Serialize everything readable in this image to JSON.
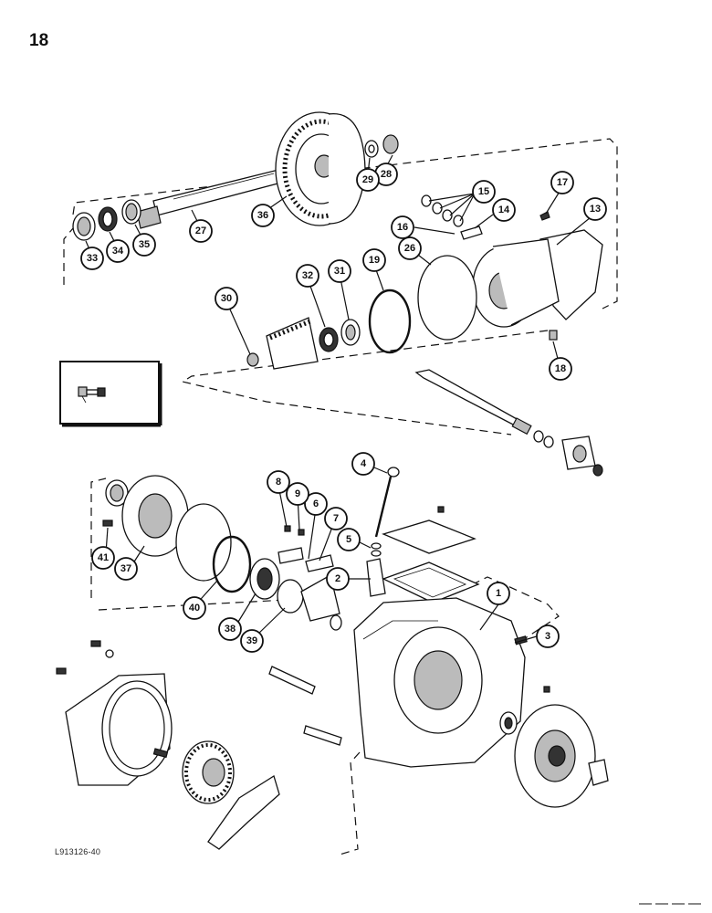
{
  "page": {
    "page_number": "18",
    "figure_code": "L913126-40"
  },
  "callouts": [
    {
      "id": "c1",
      "label": "1"
    },
    {
      "id": "c2",
      "label": "2"
    },
    {
      "id": "c3",
      "label": "3"
    },
    {
      "id": "c4",
      "label": "4"
    },
    {
      "id": "c5",
      "label": "5"
    },
    {
      "id": "c6",
      "label": "6"
    },
    {
      "id": "c7",
      "label": "7"
    },
    {
      "id": "c8",
      "label": "8"
    },
    {
      "id": "c9",
      "label": "9"
    },
    {
      "id": "c13",
      "label": "13"
    },
    {
      "id": "c14",
      "label": "14"
    },
    {
      "id": "c15",
      "label": "15"
    },
    {
      "id": "c16",
      "label": "16"
    },
    {
      "id": "c17",
      "label": "17"
    },
    {
      "id": "c18",
      "label": "18"
    },
    {
      "id": "c19",
      "label": "19"
    },
    {
      "id": "c26",
      "label": "26"
    },
    {
      "id": "c27",
      "label": "27"
    },
    {
      "id": "c28",
      "label": "28"
    },
    {
      "id": "c29",
      "label": "29"
    },
    {
      "id": "c30",
      "label": "30"
    },
    {
      "id": "c31",
      "label": "31"
    },
    {
      "id": "c32",
      "label": "32"
    },
    {
      "id": "c33",
      "label": "33"
    },
    {
      "id": "c34",
      "label": "34"
    },
    {
      "id": "c35",
      "label": "35"
    },
    {
      "id": "c36",
      "label": "36"
    },
    {
      "id": "c37",
      "label": "37"
    },
    {
      "id": "c38",
      "label": "38"
    },
    {
      "id": "c39",
      "label": "39"
    },
    {
      "id": "c40",
      "label": "40"
    },
    {
      "id": "c41",
      "label": "41"
    }
  ]
}
